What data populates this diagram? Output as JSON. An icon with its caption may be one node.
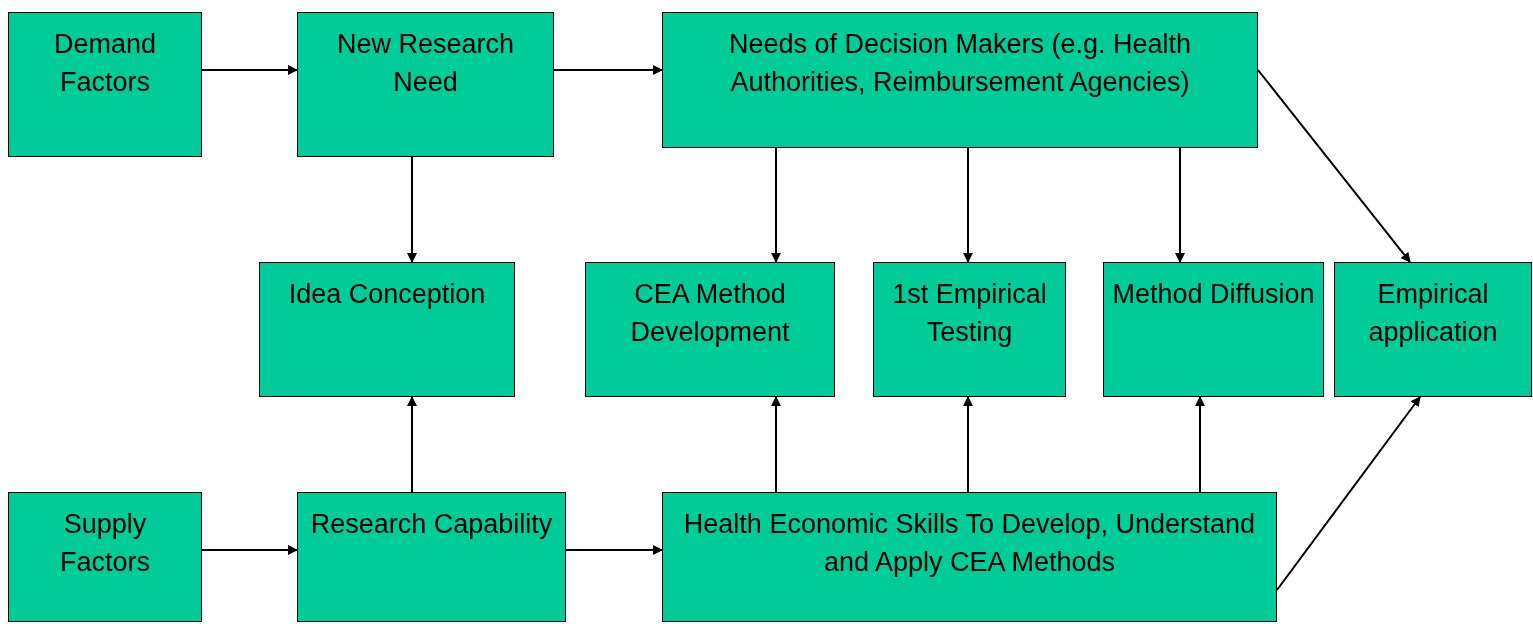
{
  "diagram": {
    "nodes": [
      {
        "text": [
          "Demand Factors"
        ]
      },
      {
        "text": [
          "New Research Need"
        ]
      },
      {
        "text": [
          "Needs of Decision Makers (e.g. Health Authorities, Reimbursement Agencies)"
        ]
      },
      {
        "text": [
          "Idea Conception"
        ]
      },
      {
        "text": [
          "CEA Method Development"
        ]
      },
      {
        "text": [
          "1st Empirical Testing"
        ]
      },
      {
        "text": [
          "Method Diffusion"
        ]
      },
      {
        "text": [
          "Empirical application"
        ]
      },
      {
        "text": [
          "Supply Factors"
        ]
      },
      {
        "text": [
          "Research Capability"
        ]
      },
      {
        "text": [
          "Health Economic Skills To Develop, Understand and Apply CEA Methods"
        ]
      }
    ],
    "edges": [
      {
        "from": 0,
        "to": 1,
        "arrow": "to"
      },
      {
        "from": 1,
        "to": 2,
        "arrow": "to"
      },
      {
        "from": 1,
        "to": 3,
        "arrow": "to"
      },
      {
        "from": 2,
        "to": 4,
        "arrow": "to"
      },
      {
        "from": 2,
        "to": 5,
        "arrow": "to"
      },
      {
        "from": 2,
        "to": 6,
        "arrow": "to"
      },
      {
        "from": 2,
        "to": 7,
        "arrow": "to"
      },
      {
        "from": 8,
        "to": 9,
        "arrow": "to"
      },
      {
        "from": 9,
        "to": 10,
        "arrow": "to"
      },
      {
        "from": 9,
        "to": 3,
        "arrow": "to"
      },
      {
        "from": 10,
        "to": 4,
        "arrow": "to"
      },
      {
        "from": 10,
        "to": 5,
        "arrow": "to"
      },
      {
        "from": 10,
        "to": 6,
        "arrow": "to"
      },
      {
        "from": 10,
        "to": 7,
        "arrow": "to"
      }
    ]
  }
}
